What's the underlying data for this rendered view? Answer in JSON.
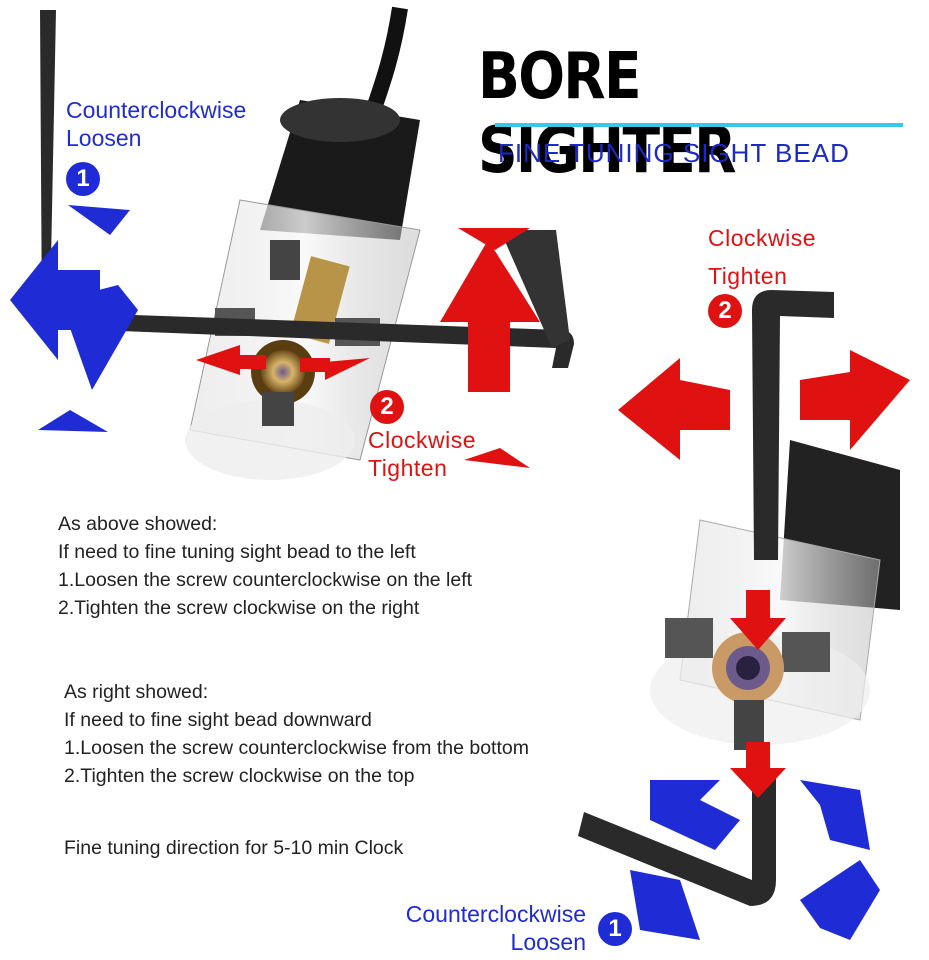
{
  "header": {
    "title": "BORE SIGHTER",
    "subtitle": "FINE TUNING SIGHT BEAD",
    "accent_color": "#36c9e6"
  },
  "left_diagram": {
    "loosen_direction": "Counterclockwise",
    "loosen_action": "Loosen",
    "loosen_step": "1",
    "tighten_direction": "Clockwise",
    "tighten_action": "Tighten",
    "tighten_step": "2"
  },
  "right_diagram": {
    "tighten_direction": "Clockwise",
    "tighten_action": "Tighten",
    "tighten_step": "2",
    "loosen_direction": "Counterclockwise",
    "loosen_action": "Loosen",
    "loosen_step": "1"
  },
  "instructions": {
    "block1": [
      "As above showed:",
      "If need to fine tuning sight bead to the left",
      "1.Loosen the screw counterclockwise on the left",
      "2.Tighten the screw clockwise on the right"
    ],
    "block2": [
      "As right showed:",
      "If need to fine sight bead downward",
      "1.Loosen the screw counterclockwise from the bottom",
      "2.Tighten the screw clockwise on the top"
    ],
    "note": "Fine tuning direction for 5-10 min Clock"
  },
  "colors": {
    "blue": "#1f2cd6",
    "red": "#e01111"
  },
  "icons": [
    "hex-key-icon",
    "bore-sighter-device-icon",
    "rotate-arrow-icon"
  ]
}
